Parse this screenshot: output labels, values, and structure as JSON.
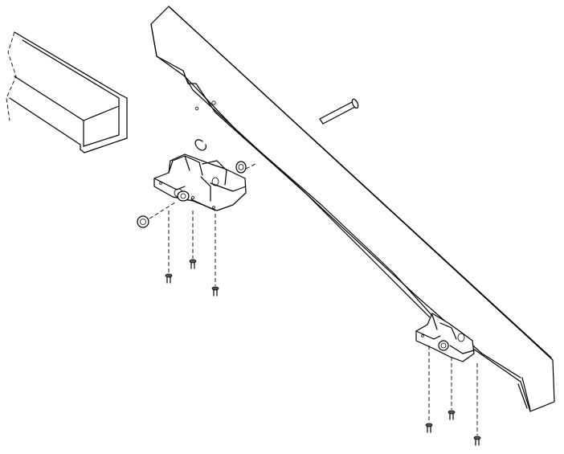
{
  "figure": {
    "parts": [
      "channel-rail",
      "long-beam",
      "hinge-bracket-left",
      "hinge-bracket-right",
      "pin",
      "e-clip",
      "nut-left",
      "nut-right",
      "screw"
    ],
    "line_color": "#000000",
    "background": "#ffffff"
  }
}
